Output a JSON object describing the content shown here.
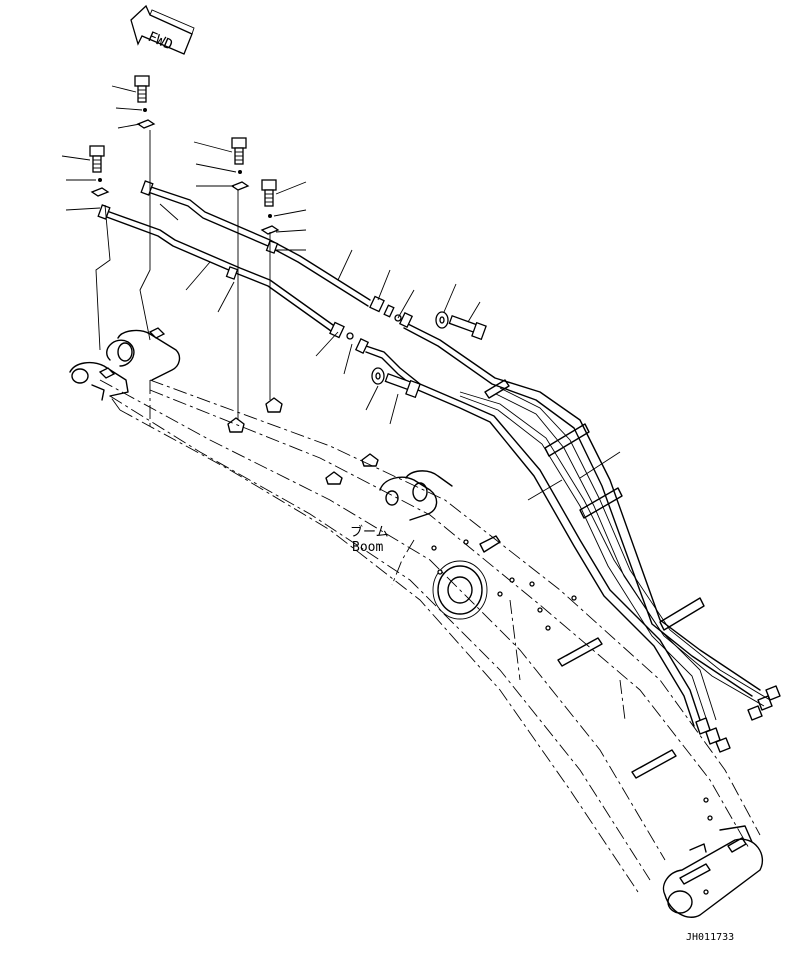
{
  "fwd_label": "FWD",
  "boom_label_jp": "ブーム",
  "boom_label_en": "Boom",
  "drawing_code": "JH011733"
}
